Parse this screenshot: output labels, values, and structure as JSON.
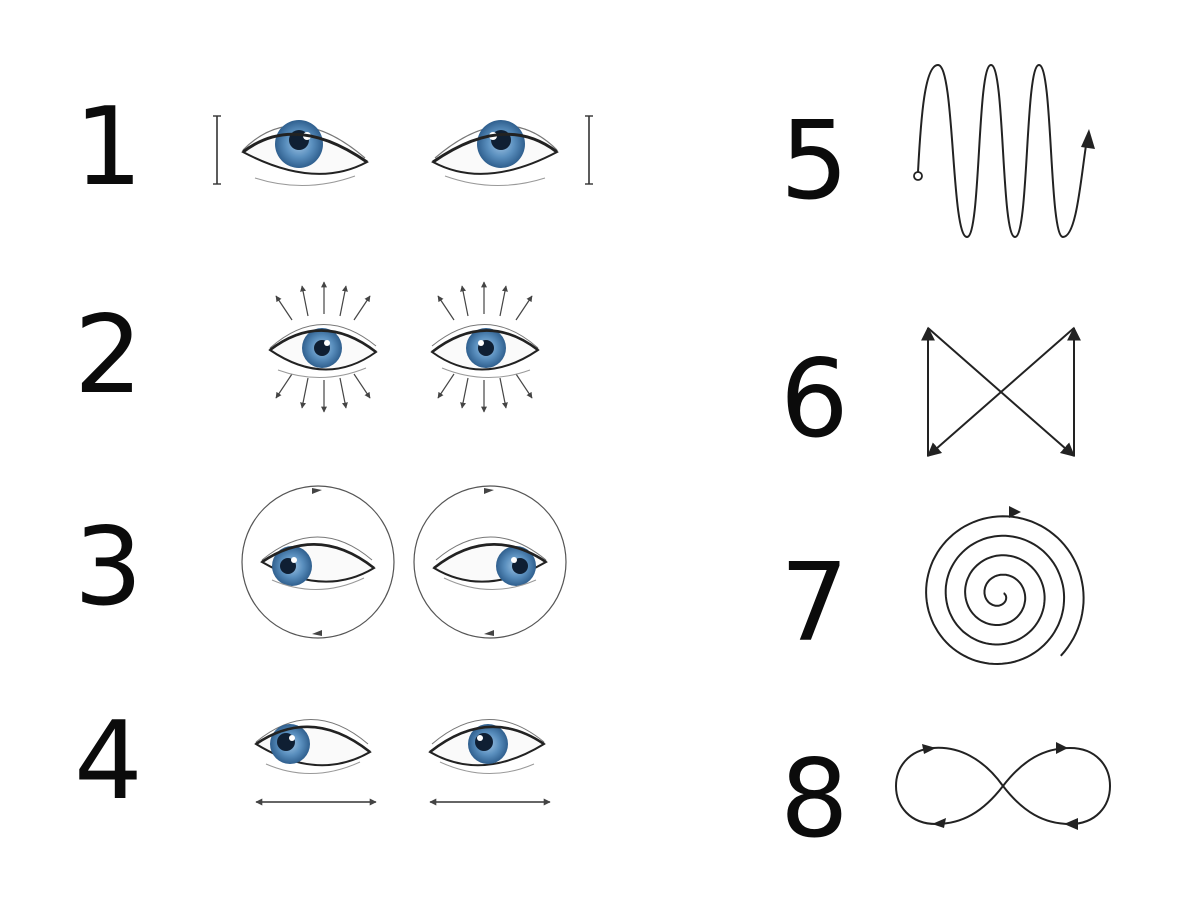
{
  "exercises": [
    {
      "number": "1",
      "pattern": "look-up-down"
    },
    {
      "number": "2",
      "pattern": "wide-open-blink"
    },
    {
      "number": "3",
      "pattern": "circular-rotation"
    },
    {
      "number": "4",
      "pattern": "look-left-right"
    },
    {
      "number": "5",
      "pattern": "zigzag-wave"
    },
    {
      "number": "6",
      "pattern": "hourglass-diagonals"
    },
    {
      "number": "7",
      "pattern": "spiral"
    },
    {
      "number": "8",
      "pattern": "infinity-loop"
    }
  ],
  "colors": {
    "ink": "#0b0b0b",
    "line": "#222222",
    "iris": "#5a8fbe",
    "iris_dark": "#2f5f8e",
    "pupil": "#0f1f33",
    "lash": "#555555"
  }
}
